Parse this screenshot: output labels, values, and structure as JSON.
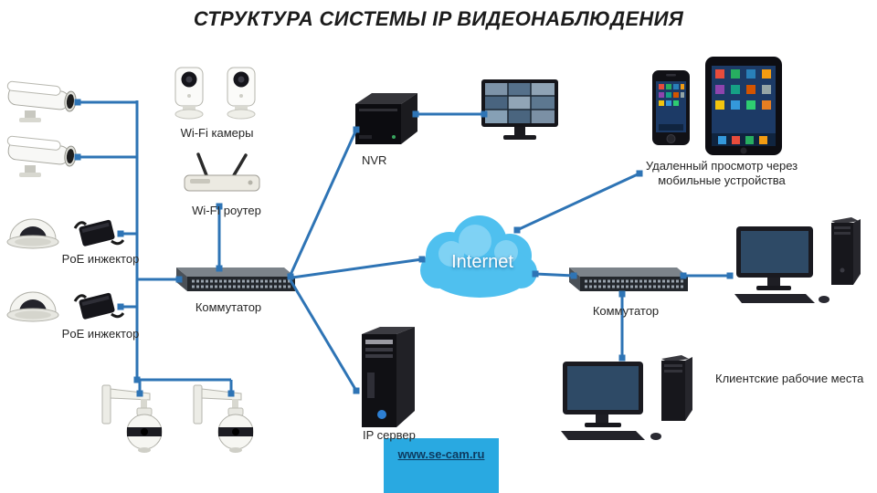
{
  "title": "СТРУКТУРА СИСТЕМЫ IP ВИДЕОНАБЛЮДЕНИЯ",
  "labels": {
    "wifi_cameras": "Wi-Fi камеры",
    "wifi_router": "Wi-FI роутер",
    "poe_injector_top": "PoE инжектор",
    "poe_injector_bottom": "PoE инжектор",
    "switch_left": "Коммутатор",
    "switch_right": "Коммутатор",
    "nvr": "NVR",
    "ip_server": "IP сервер",
    "internet": "Internet",
    "remote_view": "Удаленный просмотр через мобильные устройства",
    "client_workstations": "Клиентские рабочие места",
    "website": "www.se-cam.ru"
  },
  "colors": {
    "connector": "#2E74B5",
    "cloud": "#4FC0EF",
    "website_box": "#29A9E1"
  }
}
